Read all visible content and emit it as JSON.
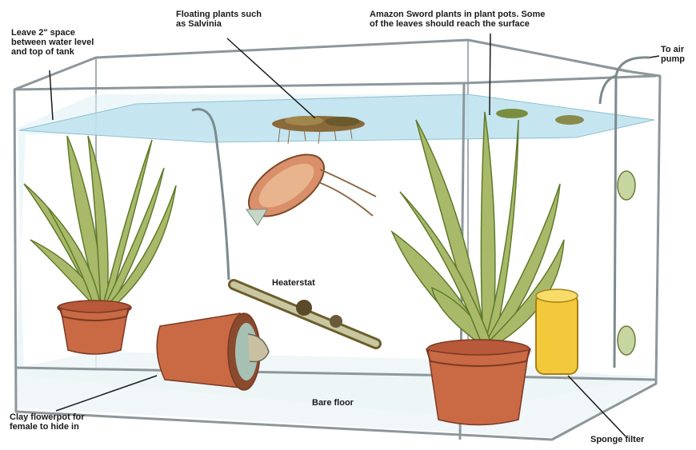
{
  "labels": {
    "water_gap": "Leave 2\" space\nbetween water level\nand top of tank",
    "floating_plants": "Floating plants such\nas Salvinia",
    "amazon_sword": "Amazon Sword plants in plant pots. Some\nof the leaves should reach the surface",
    "air_pump": "To air\npump",
    "heaterstat": "Heaterstat",
    "bare_floor": "Bare floor",
    "clay_flowerpot": "Clay flowerpot for\nfemale to hide in",
    "sponge_filter": "Sponge filter"
  },
  "colors": {
    "water": "#bfe3ef",
    "glass": "#9aa4a8",
    "leaf": "#a9b96a",
    "leaf_dark": "#5f7a2a",
    "pot": "#c96a45",
    "sponge": "#f2c93a",
    "fish": "#d98f6a"
  }
}
